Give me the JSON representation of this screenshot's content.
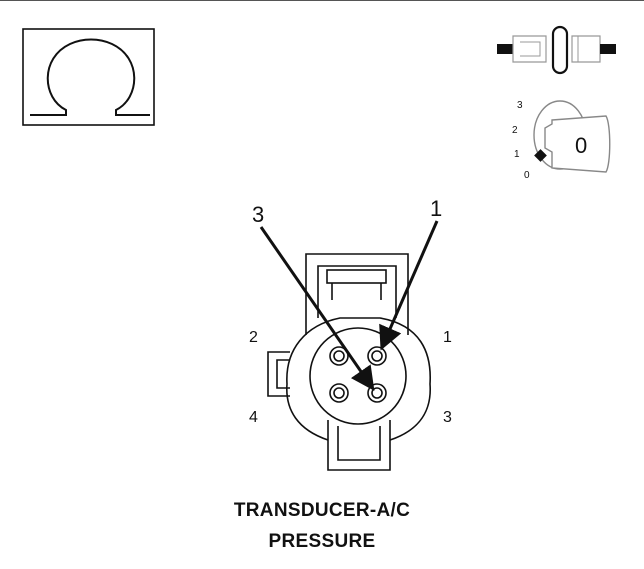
{
  "ohmmeter_icon": {
    "symbol": "Ω",
    "icon": "ohm-icon"
  },
  "disconnect_icon": {
    "icon": "connector-disconnected-icon"
  },
  "ignition": {
    "icon": "ignition-key-icon",
    "positions": [
      "3",
      "2",
      "1",
      "0"
    ],
    "key_label": "0"
  },
  "connector": {
    "callouts": [
      "3",
      "1"
    ],
    "cavity_labels": {
      "top_left": "2",
      "top_right": "1",
      "bottom_left": "4",
      "bottom_right": "3"
    }
  },
  "caption": {
    "line1": "TRANSDUCER-A/C",
    "line2": "PRESSURE"
  },
  "colors": {
    "line": "#111111",
    "icon_gray": "#888888",
    "background": "#ffffff"
  }
}
